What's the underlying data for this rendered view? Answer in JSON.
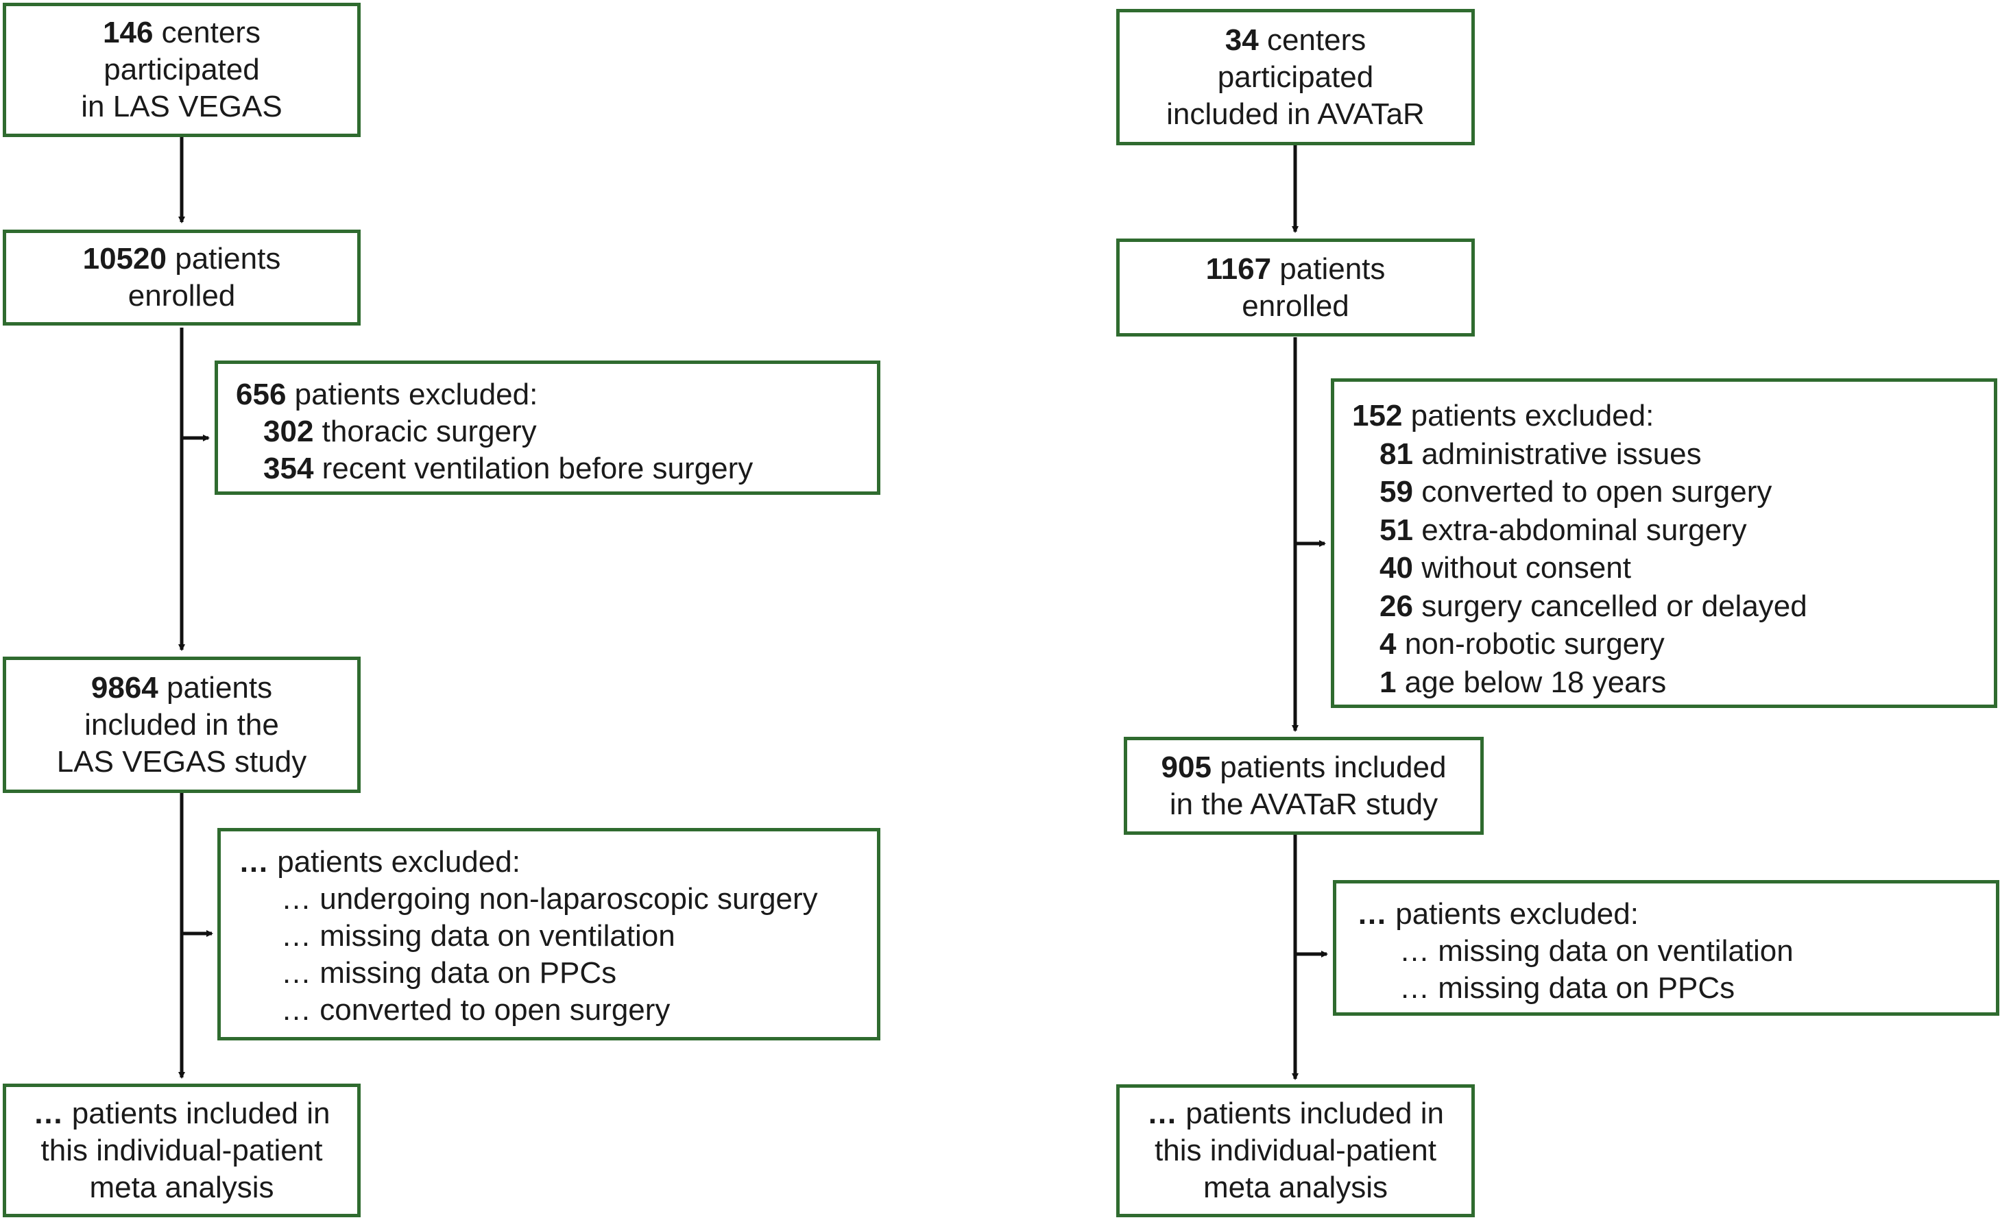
{
  "left": {
    "centers": {
      "num": "146",
      "l1": "centers",
      "l2": "participated",
      "l3": "in LAS VEGAS"
    },
    "enrolled": {
      "num": "10520",
      "l1": "patients",
      "l2": "enrolled"
    },
    "excluded1": {
      "num": "656",
      "label": "patients excluded:",
      "items": [
        {
          "num": "302",
          "text": "thoracic surgery"
        },
        {
          "num": "354",
          "text": "recent ventilation before surgery"
        }
      ]
    },
    "included": {
      "num": "9864",
      "l1": "patients",
      "l2": "included in the",
      "l3": "LAS VEGAS study"
    },
    "excluded2": {
      "num": "…",
      "label": "patients excluded:",
      "items": [
        "… undergoing non-laparoscopic surgery",
        "… missing data on ventilation",
        "… missing data on PPCs",
        "… converted to open surgery"
      ]
    },
    "final": {
      "num": "…",
      "l1": "patients included in",
      "l2": "this individual-patient",
      "l3": "meta analysis"
    }
  },
  "right": {
    "centers": {
      "num": "34",
      "l1": "centers",
      "l2": "participated",
      "l3": "included in AVATaR"
    },
    "enrolled": {
      "num": "1167",
      "l1": "patients",
      "l2": "enrolled"
    },
    "excluded1": {
      "num": "152",
      "label": "patients excluded:",
      "items": [
        {
          "num": "81",
          "text": "administrative issues"
        },
        {
          "num": "59",
          "text": "converted to open surgery"
        },
        {
          "num": "51",
          "text": "extra-abdominal surgery"
        },
        {
          "num": "40",
          "text": "without consent"
        },
        {
          "num": "26",
          "text": "surgery cancelled or delayed"
        },
        {
          "num": "4",
          "text": "non-robotic surgery"
        },
        {
          "num": "1",
          "text": "age below 18 years"
        }
      ]
    },
    "included": {
      "num": "905",
      "l1": "patients included",
      "l2": "in the AVATaR study"
    },
    "excluded2": {
      "num": "…",
      "label": "patients excluded:",
      "items": [
        "… missing data on ventilation",
        "… missing data on PPCs"
      ]
    },
    "final": {
      "num": "…",
      "l1": "patients included in",
      "l2": "this individual-patient",
      "l3": "meta analysis"
    }
  }
}
